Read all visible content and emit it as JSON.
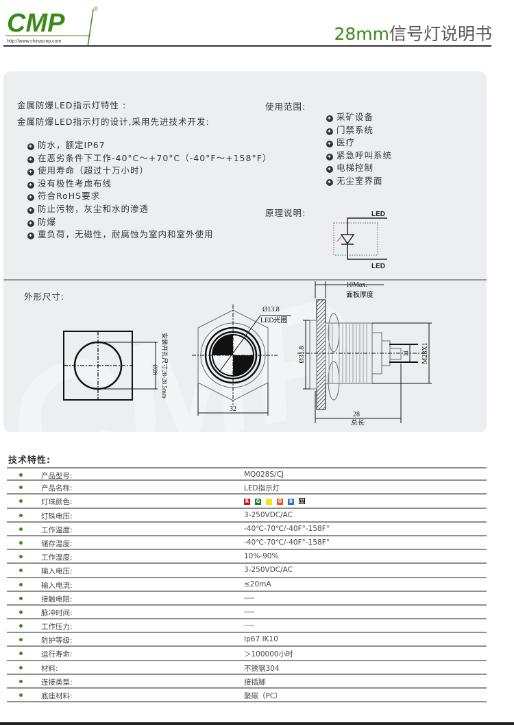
{
  "header": {
    "logo_text": "CMP",
    "logo_url": "http://www.chinacmp.com",
    "registered": "®",
    "title_size": "28mm",
    "title_rest": "信号灯说明书"
  },
  "features": {
    "heading": "金属防爆LED指示灯特性 :",
    "intro": "金属防爆LED指示灯的设计,采用先进技术开发:",
    "items": [
      "防水，额定IP67",
      "在恶劣条件下工作-40°C～+70°C（-40°F～+158°F）",
      "使用寿命（超过十万小时）",
      "没有极性考虑布线",
      "符合RoHS要求",
      "防止污物，灰尘和水的渗透",
      "防爆",
      "重负荷，无磁性，耐腐蚀为室内和室外使用"
    ]
  },
  "applications": {
    "heading": "使用范围:",
    "items": [
      "采矿设备",
      "门禁系统",
      "医疗",
      "紧急呼叫系统",
      "电梯控制",
      "无尘室界面"
    ]
  },
  "principle": {
    "heading": "原理说明:",
    "top_label": "LED",
    "bottom_label": "LED"
  },
  "dimensions": {
    "heading": "外形尺寸:",
    "cutout_label": "安装开孔尺寸28-28.5mm",
    "cutout_dia": "Ø28",
    "ring_dia": "Ø13.8",
    "ring_label": "LED光圈",
    "hex_width": "32",
    "panel_max": "10Max.",
    "panel_label": "面板厚度",
    "body_dia": "Ø31.8",
    "pin_spacing": "11",
    "thread": "M28X1",
    "length": "28",
    "length_label": "总长"
  },
  "specs": {
    "heading": "技术特性:",
    "colors": [
      {
        "letter": "R",
        "color": "#c0161b"
      },
      {
        "letter": "G",
        "color": "#1e7a2e"
      },
      {
        "letter": "Y",
        "color": "#f5e31a"
      },
      {
        "letter": "O",
        "color": "#e0531b"
      },
      {
        "letter": "B",
        "color": "#1f6fd0"
      },
      {
        "letter": "W",
        "color": "#ffffff"
      }
    ],
    "rows": [
      {
        "label": "产品型号:",
        "value": "MQ028S/CJ"
      },
      {
        "label": "产品名称:",
        "value": "LED指示灯"
      },
      {
        "label": "灯珠颜色:",
        "value": ""
      },
      {
        "label": "灯珠电压:",
        "value": "3-250VDC/AC"
      },
      {
        "label": "工作温度:",
        "value": "-40℃-70℃/-40F°-158F°"
      },
      {
        "label": "储存温度:",
        "value": "-40℃-70℃/-40F°-158F°"
      },
      {
        "label": "工作湿度:",
        "value": "10%-90%"
      },
      {
        "label": "输入电压:",
        "value": "3-250VDC/AC"
      },
      {
        "label": "输入电流:",
        "value": "≤20mA"
      },
      {
        "label": "接触电阻:",
        "value": "----"
      },
      {
        "label": "脉冲时间:",
        "value": "----"
      },
      {
        "label": "工作压力:",
        "value": "----"
      },
      {
        "label": "防护等级:",
        "value": "Ip67 IK10"
      },
      {
        "label": "运行寿命:",
        "value": "＞100000小时"
      },
      {
        "label": "材料:",
        "value": "不锈钢304"
      },
      {
        "label": "连接类型:",
        "value": "接插脚"
      },
      {
        "label": "底座材料:",
        "value": "聚碳（PC）"
      }
    ]
  }
}
